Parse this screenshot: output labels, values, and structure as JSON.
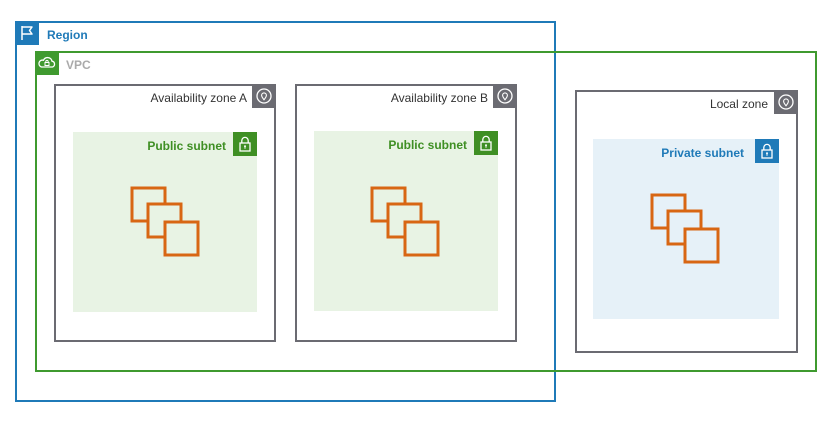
{
  "region": {
    "label": "Region",
    "color": "#1f7ab8"
  },
  "vpc": {
    "label": "VPC",
    "color": "#3f9a2f",
    "label_color": "#aaaaaa"
  },
  "zones": [
    {
      "label": "Availability zone A",
      "subnet": {
        "label": "Public subnet",
        "kind": "public"
      }
    },
    {
      "label": "Availability zone B",
      "subnet": {
        "label": "Public subnet",
        "kind": "public"
      }
    },
    {
      "label": "Local zone",
      "subnet": {
        "label": "Private subnet",
        "kind": "private"
      }
    }
  ],
  "colors": {
    "zone_border": "#6b6b72",
    "public_fill": "#e8f3e4",
    "public_accent": "#3f8f24",
    "private_fill": "#e6f1f8",
    "private_accent": "#1f7ab8",
    "instance_orange": "#d86613"
  },
  "icons": {
    "region": "flag-icon",
    "vpc": "cloud-lock-icon",
    "zone": "location-pin-icon",
    "subnet": "padlock-icon",
    "instances": "ec2-instances-icon"
  }
}
